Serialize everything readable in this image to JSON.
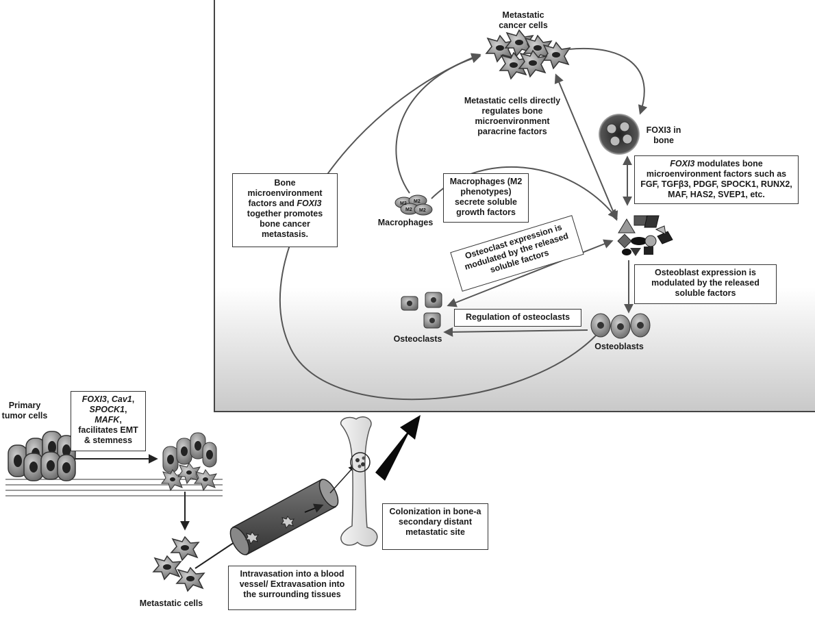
{
  "labels": {
    "metastatic_cancer_cells": "Metastatic cancer cells",
    "metastatic_regulates": "Metastatic cells directly regulates bone microenvironment paracrine factors",
    "foxi3_in_bone": "FOXI3 in bone",
    "foxi3_modulates_prefix": "FOXI3",
    "foxi3_modulates_rest": " modulates bone microenvironment factors such as FGF, TGFβ3, PDGF, SPOCK1, RUNX2, MAF, HAS2, SVEP1, etc.",
    "bone_microenv_1": "Bone microenvironment factors and ",
    "bone_microenv_italic": "FOXI3",
    "bone_microenv_2": " together promotes bone cancer metastasis.",
    "macrophages_box": "Macrophages (M2 phenotypes) secrete soluble growth factors",
    "macrophages": "Macrophages",
    "m2": "M2",
    "osteoclast_expression": "Osteoclast expression is modulated by the released soluble factors",
    "osteoblast_expression": "Osteoblast expression is modulated by the released soluble factors",
    "regulation_osteoclasts": "Regulation of osteoclasts",
    "osteoclasts": "Osteoclasts",
    "osteoblasts": "Osteoblasts",
    "primary_tumor_cells": "Primary tumor cells",
    "emt_genes": [
      "FOXI3",
      "Cav1",
      "SPOCK1",
      "MAFK"
    ],
    "emt_rest": "facilitates EMT & stemness",
    "metastatic_cells": "Metastatic cells",
    "intravasation": "Intravasation into a blood vessel/ Extravasation into the surrounding tissues",
    "colonization": "Colonization in bone-a secondary distant metastatic site"
  }
}
